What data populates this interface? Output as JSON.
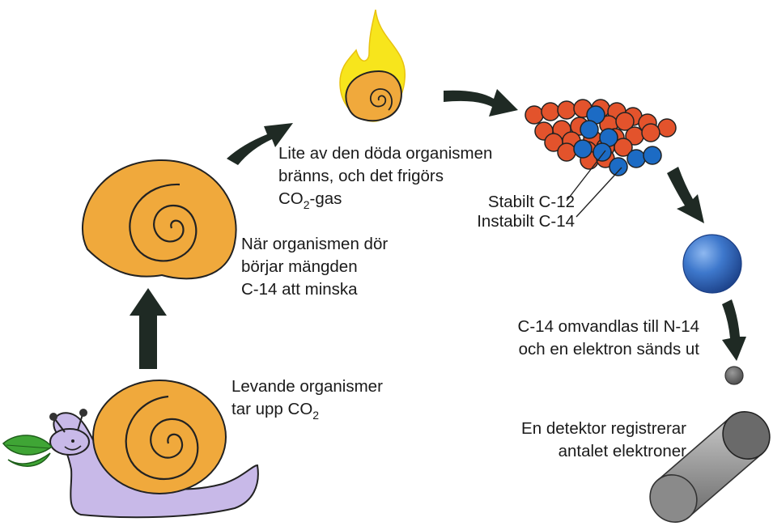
{
  "labels": {
    "living_line1": "Levande organismer",
    "living_line2_pre": "tar upp CO",
    "living_line2_sub": "2",
    "dies_line1": "När organismen dör",
    "dies_line2": "börjar mängden",
    "dies_line3": "C-14 att minska",
    "burn_line1": "Lite av den döda organismen",
    "burn_line2": "bränns, och det frigörs",
    "burn_line3_pre": "CO",
    "burn_line3_sub": "2",
    "burn_line3_post": "-gas",
    "stable": "Stabilt C-12",
    "unstable": "Instabilt C-14",
    "decay_line1": "C-14 omvandlas till N-14",
    "decay_line2": "och en elektron sänds ut",
    "detector_line1": "En detektor registrerar",
    "detector_line2": "antalet elektroner"
  },
  "colors": {
    "shell": "#F0A93C",
    "snail_body": "#C8B9E8",
    "leaf": "#3FA535",
    "flame": "#F7E51C",
    "c12_atom": "#E3532C",
    "c14_atom": "#1C6BC4",
    "arrow": "#1F2A24",
    "electron": "#6B6B6B",
    "detector": "#9A9A9A"
  }
}
